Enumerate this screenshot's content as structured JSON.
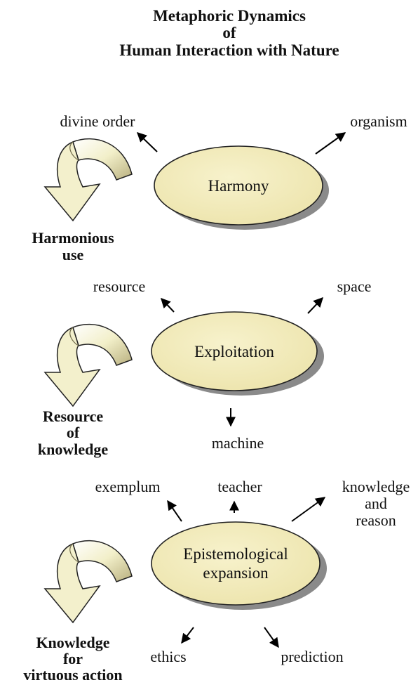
{
  "title": {
    "line1": "Metaphoric Dynamics",
    "line2": "of",
    "line3": "Human Interaction with Nature"
  },
  "stages": [
    {
      "name": "Harmony",
      "side_label": [
        "Harmonious",
        "use"
      ],
      "branches": [
        "divine order",
        "organism"
      ]
    },
    {
      "name": "Exploitation",
      "side_label": [
        "Resource",
        "of",
        "knowledge"
      ],
      "branches": [
        "resource",
        "space",
        "machine"
      ]
    },
    {
      "name_lines": [
        "Epistemological",
        "expansion"
      ],
      "side_label": [
        "Knowledge",
        "for",
        "virtuous action"
      ],
      "branches": [
        "exemplum",
        "teacher",
        "ethics",
        "prediction"
      ],
      "branch_knowledge_lines": [
        "knowledge",
        "and",
        "reason"
      ]
    }
  ],
  "colors": {
    "ellipse_fill": "#f1ebbb",
    "ellipse_shadow": "#8a8a8a",
    "curved_arrow_fill": "#eeebc4",
    "curved_arrow_shade": "#a8a07a",
    "stroke": "#000000"
  }
}
